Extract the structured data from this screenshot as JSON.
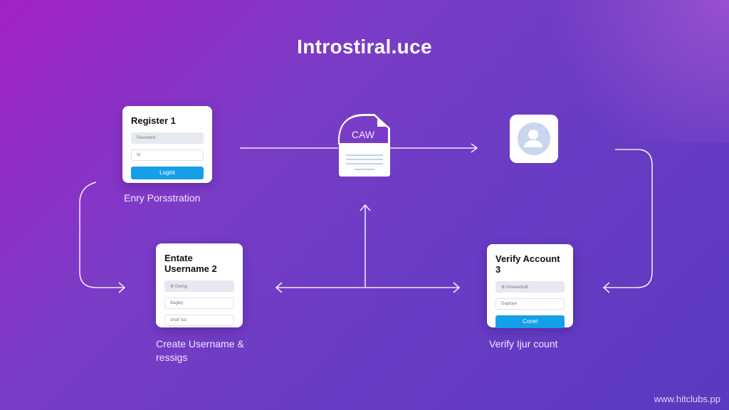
{
  "title": "Introstiral.uce",
  "steps": [
    {
      "heading": "Register 1",
      "fields": [
        "Password",
        "Id"
      ],
      "button": "Logint",
      "caption": "Enry Porsstration"
    },
    {
      "heading": "Entate Username 2",
      "fields": [
        "Dwrsg",
        "Bagley",
        "shall 'wa"
      ],
      "caption_line1": "Create Username &",
      "caption_line2": "ressigs"
    },
    {
      "heading": "Verify Account 3",
      "fields": [
        "Orsevedsdt",
        "Daploye"
      ],
      "button": "Conel",
      "caption": "Verify Ijur count"
    }
  ],
  "document_icon_text": "CAW",
  "watermark": "www.hitclubs.pp"
}
